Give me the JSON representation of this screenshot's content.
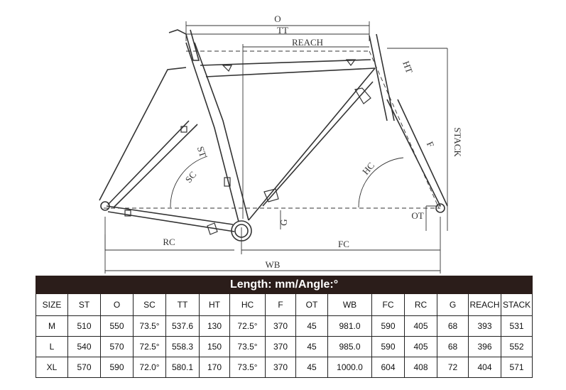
{
  "diagram": {
    "labels": {
      "o": "O",
      "tt": "TT",
      "reach": "REACH",
      "ht": "HT",
      "stack": "STACK",
      "f": "F",
      "hc": "HC",
      "st": "ST",
      "sc": "SC",
      "g": "G",
      "ot": "OT",
      "rc": "RC",
      "fc": "FC",
      "wb": "WB"
    }
  },
  "table": {
    "title": "Length: mm/Angle:°",
    "headers": [
      "SIZE",
      "ST",
      "O",
      "SC",
      "TT",
      "HT",
      "HC",
      "F",
      "OT",
      "WB",
      "FC",
      "RC",
      "G",
      "REACH",
      "STACK"
    ],
    "rows": [
      [
        "M",
        "510",
        "550",
        "73.5°",
        "537.6",
        "130",
        "72.5°",
        "370",
        "45",
        "981.0",
        "590",
        "405",
        "68",
        "393",
        "531"
      ],
      [
        "L",
        "540",
        "570",
        "72.5°",
        "558.3",
        "150",
        "73.5°",
        "370",
        "45",
        "985.0",
        "590",
        "405",
        "68",
        "396",
        "552"
      ],
      [
        "XL",
        "570",
        "590",
        "72.0°",
        "580.1",
        "170",
        "73.5°",
        "370",
        "45",
        "1000.0",
        "604",
        "408",
        "72",
        "404",
        "571"
      ]
    ]
  }
}
